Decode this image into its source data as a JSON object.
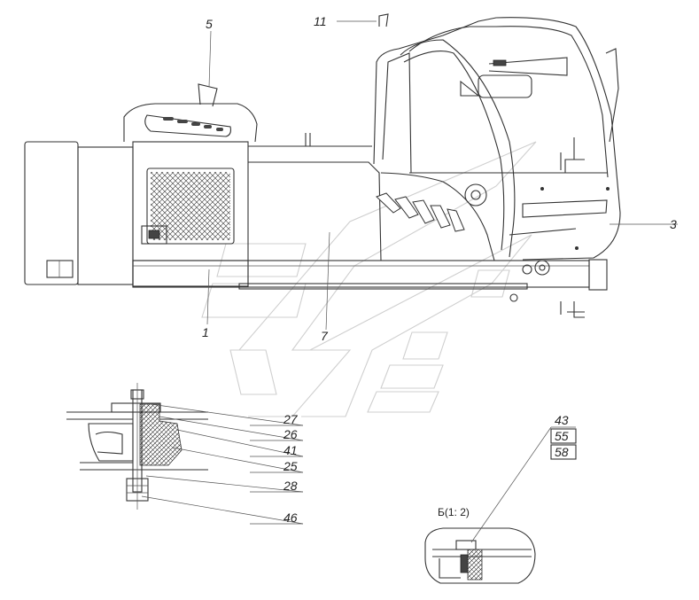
{
  "callouts": {
    "c1": "1",
    "c3": "3",
    "c5": "5",
    "c7": "7",
    "c11": "11",
    "c25": "25",
    "c26": "26",
    "c27": "27",
    "c28": "28",
    "c41": "41",
    "c43": "43",
    "c46": "46",
    "c55": "55",
    "c58": "58"
  },
  "view_label": "Б(1: 2)"
}
